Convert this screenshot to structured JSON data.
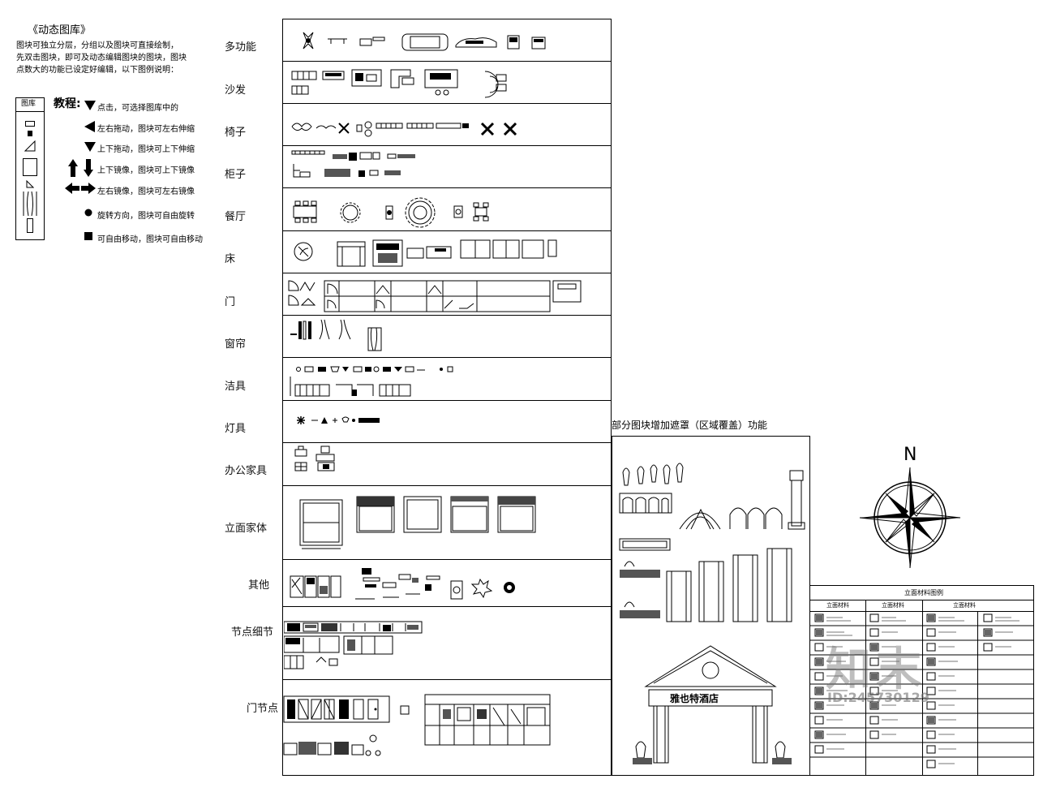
{
  "intro": {
    "title": "《动态图库》",
    "lines": [
      "图块可独立分层，分组以及图块可直接绘制，",
      "先双击图块，即可及动态编辑图块的图块，图块",
      "点数大的功能已设定好编辑，以下图例说明："
    ]
  },
  "legend": {
    "box_title": "图库",
    "heading": "教程:",
    "items": [
      {
        "icon": "triangle-down-icon",
        "text": "点击，可选择图库中的"
      },
      {
        "icon": "triangle-left-icon",
        "text": "左右拖动，图块可左右伸缩"
      },
      {
        "icon": "triangle-down-icon",
        "text": "上下拖动，图块可上下伸缩"
      },
      {
        "icon": "vertical-arrows-icon",
        "text": "上下镜像，图块可上下镜像"
      },
      {
        "icon": "horizontal-arrows-icon",
        "text": "左右镜像，图块可左右镜像"
      },
      {
        "icon": "dot-icon",
        "text": "旋转方向，图块可自由旋转"
      },
      {
        "icon": "square-icon",
        "text": "可自由移动，图块可自由移动"
      }
    ]
  },
  "categories": [
    "多功能",
    "沙发",
    "椅子",
    "柜子",
    "餐厅",
    "床",
    "门",
    "窗帘",
    "洁具",
    "灯具",
    "办公家具",
    "立面家体",
    "其他",
    "节点细节",
    "门节点"
  ],
  "overlay_section": {
    "title": "部分图块增加遮罩（区域覆盖）功能",
    "sign_text": "雅也特酒店"
  },
  "compass": {
    "north_label": "N"
  },
  "material_table": {
    "title": "立面材料图例",
    "columns": [
      "立面材料",
      "立面材料",
      "立面材料"
    ]
  },
  "watermark": {
    "text": "知末",
    "id": "ID:245730129"
  },
  "colors": {
    "line": "#000000",
    "background": "#ffffff",
    "watermark": "#6e6e6e"
  }
}
